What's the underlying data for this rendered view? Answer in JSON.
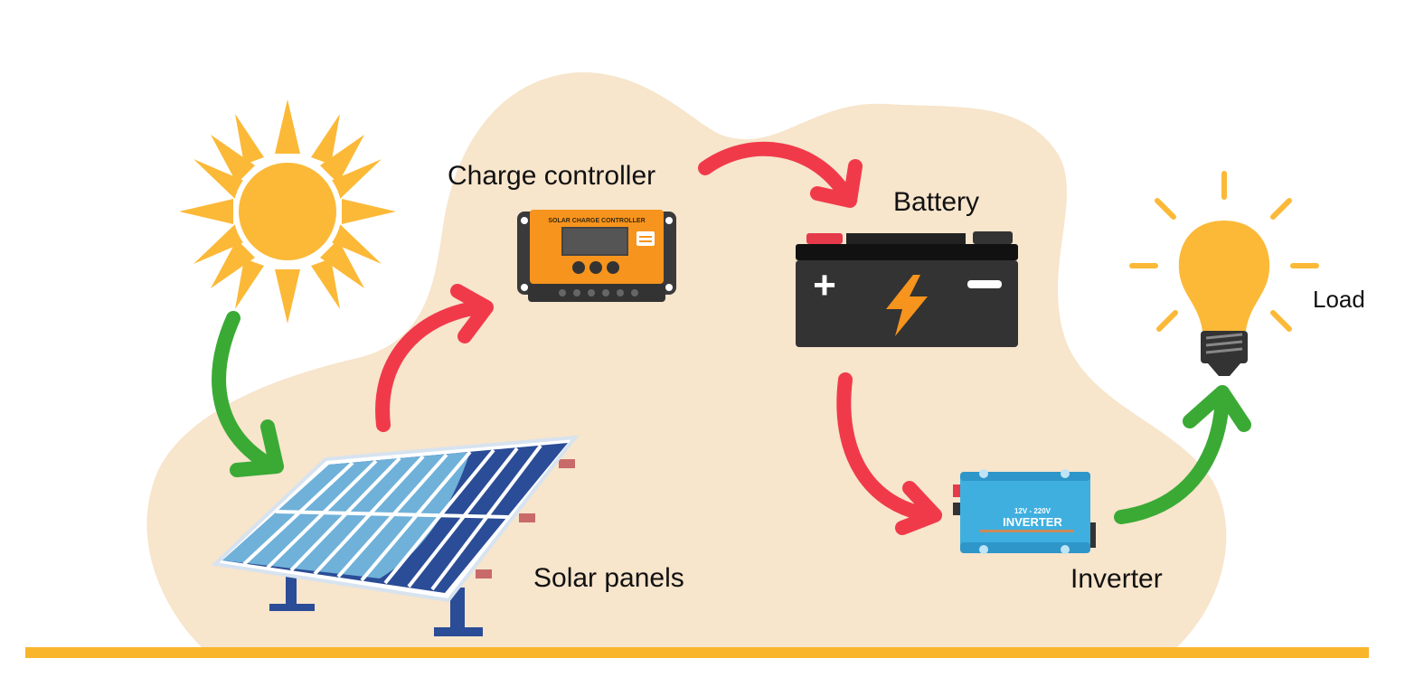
{
  "labels": {
    "charge_controller": "Charge controller",
    "battery": "Battery",
    "load": "Load",
    "solar_panels": "Solar panels",
    "inverter": "Inverter"
  },
  "device_text": {
    "controller_plate": "SOLAR CHARGE CONTROLLER",
    "inverter_rating": "12V - 220V",
    "inverter_name": "INVERTER",
    "battery_plus": "+",
    "battery_minus": "−"
  },
  "colors": {
    "background_blob": "#f7e5cc",
    "ground_line": "#f9b52b",
    "sun": "#fbb937",
    "arrow_green": "#3aaa35",
    "arrow_red": "#f03a4a",
    "panel_dark": "#2b4c96",
    "panel_light": "#6fb1d9",
    "controller_orange": "#f7941d",
    "battery_body": "#333333",
    "inverter_blue": "#3fafe0",
    "bulb": "#fbb937"
  },
  "icons": [
    "sun-icon",
    "solar-panel-icon",
    "charge-controller-icon",
    "battery-icon",
    "inverter-icon",
    "light-bulb-icon"
  ]
}
